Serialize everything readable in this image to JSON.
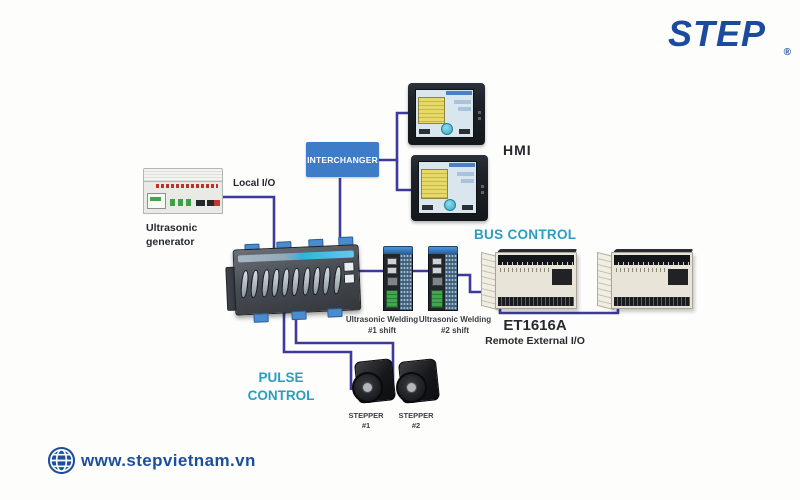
{
  "brand": {
    "logo_text": "STEP",
    "registered_mark": "®",
    "logo_color": "#1b4a9e"
  },
  "diagram": {
    "wire_color": "#3d3a9b",
    "teal_color": "#2a9ec0",
    "generator": {
      "label_line1": "Ultrasonic",
      "label_line2": "generator"
    },
    "local_io_label": "Local I/O",
    "interchanger": {
      "label": "INTERCHANGER",
      "bg_color": "#3f7cc7"
    },
    "hmi_label": "HMI",
    "bus_control_label": "BUS CONTROL",
    "welding1": {
      "line1": "Ultrasonic Welding",
      "line2": "#1 shift"
    },
    "welding2": {
      "line1": "Ultrasonic Welding",
      "line2": "#2 shift"
    },
    "remote_io": {
      "model": "ET1616A",
      "description": "Remote External I/O"
    },
    "pulse_control": {
      "line1": "PULSE",
      "line2": "CONTROL"
    },
    "stepper1": {
      "line1": "STEPPER",
      "line2": "#1"
    },
    "stepper2": {
      "line1": "STEPPER",
      "line2": "#2"
    }
  },
  "footer": {
    "website": "www.stepvietnam.vn",
    "link_color": "#1d4e9e"
  }
}
